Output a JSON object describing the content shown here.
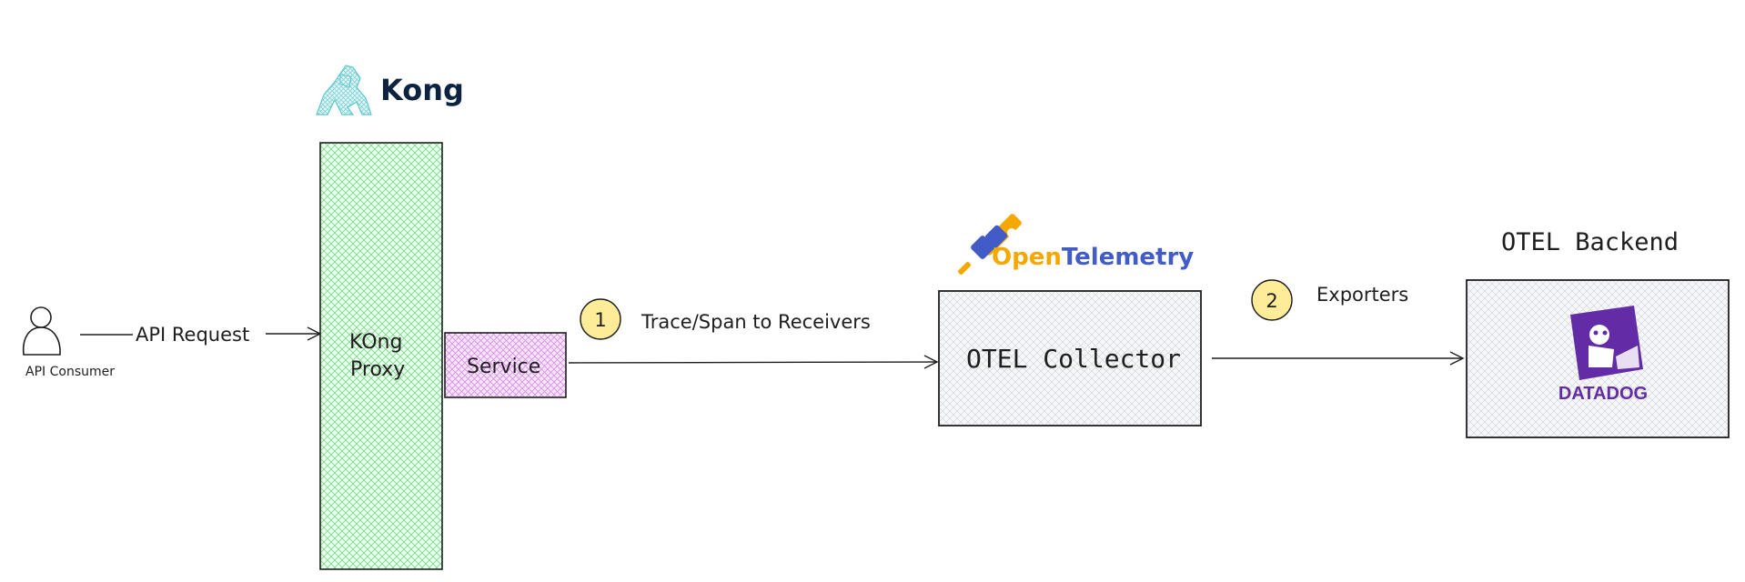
{
  "consumer": {
    "label": "API Consumer"
  },
  "request_arrow": {
    "label": "API Request"
  },
  "kong": {
    "logo_text": "Kong",
    "proxy_line1": "KOng",
    "proxy_line2": "Proxy",
    "service_label": "Service"
  },
  "step1": {
    "number": "1",
    "label": "Trace/Span to Receivers"
  },
  "otel": {
    "logo_open": "Open",
    "logo_telemetry": "Telemetry",
    "collector_label": "OTEL Collector"
  },
  "step2": {
    "number": "2",
    "label": "Exporters"
  },
  "backend": {
    "title": "OTEL Backend",
    "datadog_text": "DATADOG"
  },
  "colors": {
    "proxy_fill": "#b2f2bb",
    "service_fill": "#eebefa",
    "badge_fill": "#ffec99",
    "box_fill": "#e9ecef",
    "kong_logo": "#7fd4d8",
    "otel_orange": "#f5a800",
    "otel_blue": "#425cc7",
    "datadog_purple": "#632ca6",
    "stroke": "#1e1e1e"
  }
}
